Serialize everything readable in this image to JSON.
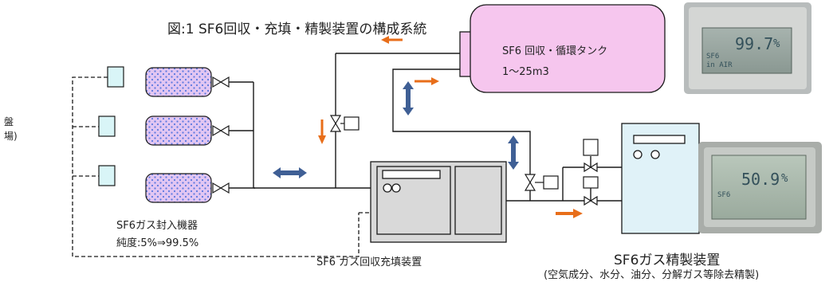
{
  "figure": {
    "title": "図:1  SF6回収・充填・精製装置の構成系統"
  },
  "labels": {
    "cut_left_1": "盤",
    "cut_left_2": "場)",
    "sealed_equipment": "SF6ガス封入機器",
    "purity": "純度:5%⇒99.5%",
    "recovery_unit": "SF6 ガス回収充填装置",
    "refining_unit": "SF6ガス精製装置",
    "refining_detail": "(空気成分、水分、油分、分解ガス等除去精製)",
    "tank_name": "SF6 回収・循環タンク",
    "tank_capacity": "1～25m3"
  },
  "photos": {
    "top_reading": "99.7",
    "top_unit": "%",
    "top_caption_1": "SF6",
    "top_caption_2": "in AIR",
    "bottom_reading": "50.9",
    "bottom_unit": "%",
    "bottom_caption": "SF6"
  },
  "colors": {
    "tank_fill": "#f6c6ee",
    "cylinder_fill": "#e2c6f2",
    "cylinder_dots": "#5a78e0",
    "gauge_fill": "#d9f5f7",
    "equipment_fill": "#d9d9d9",
    "refiner_fill": "#e0f2f8",
    "arrow_orange": "#e86e1a",
    "arrow_blue": "#3f5f95",
    "line": "#1a1a1a"
  }
}
